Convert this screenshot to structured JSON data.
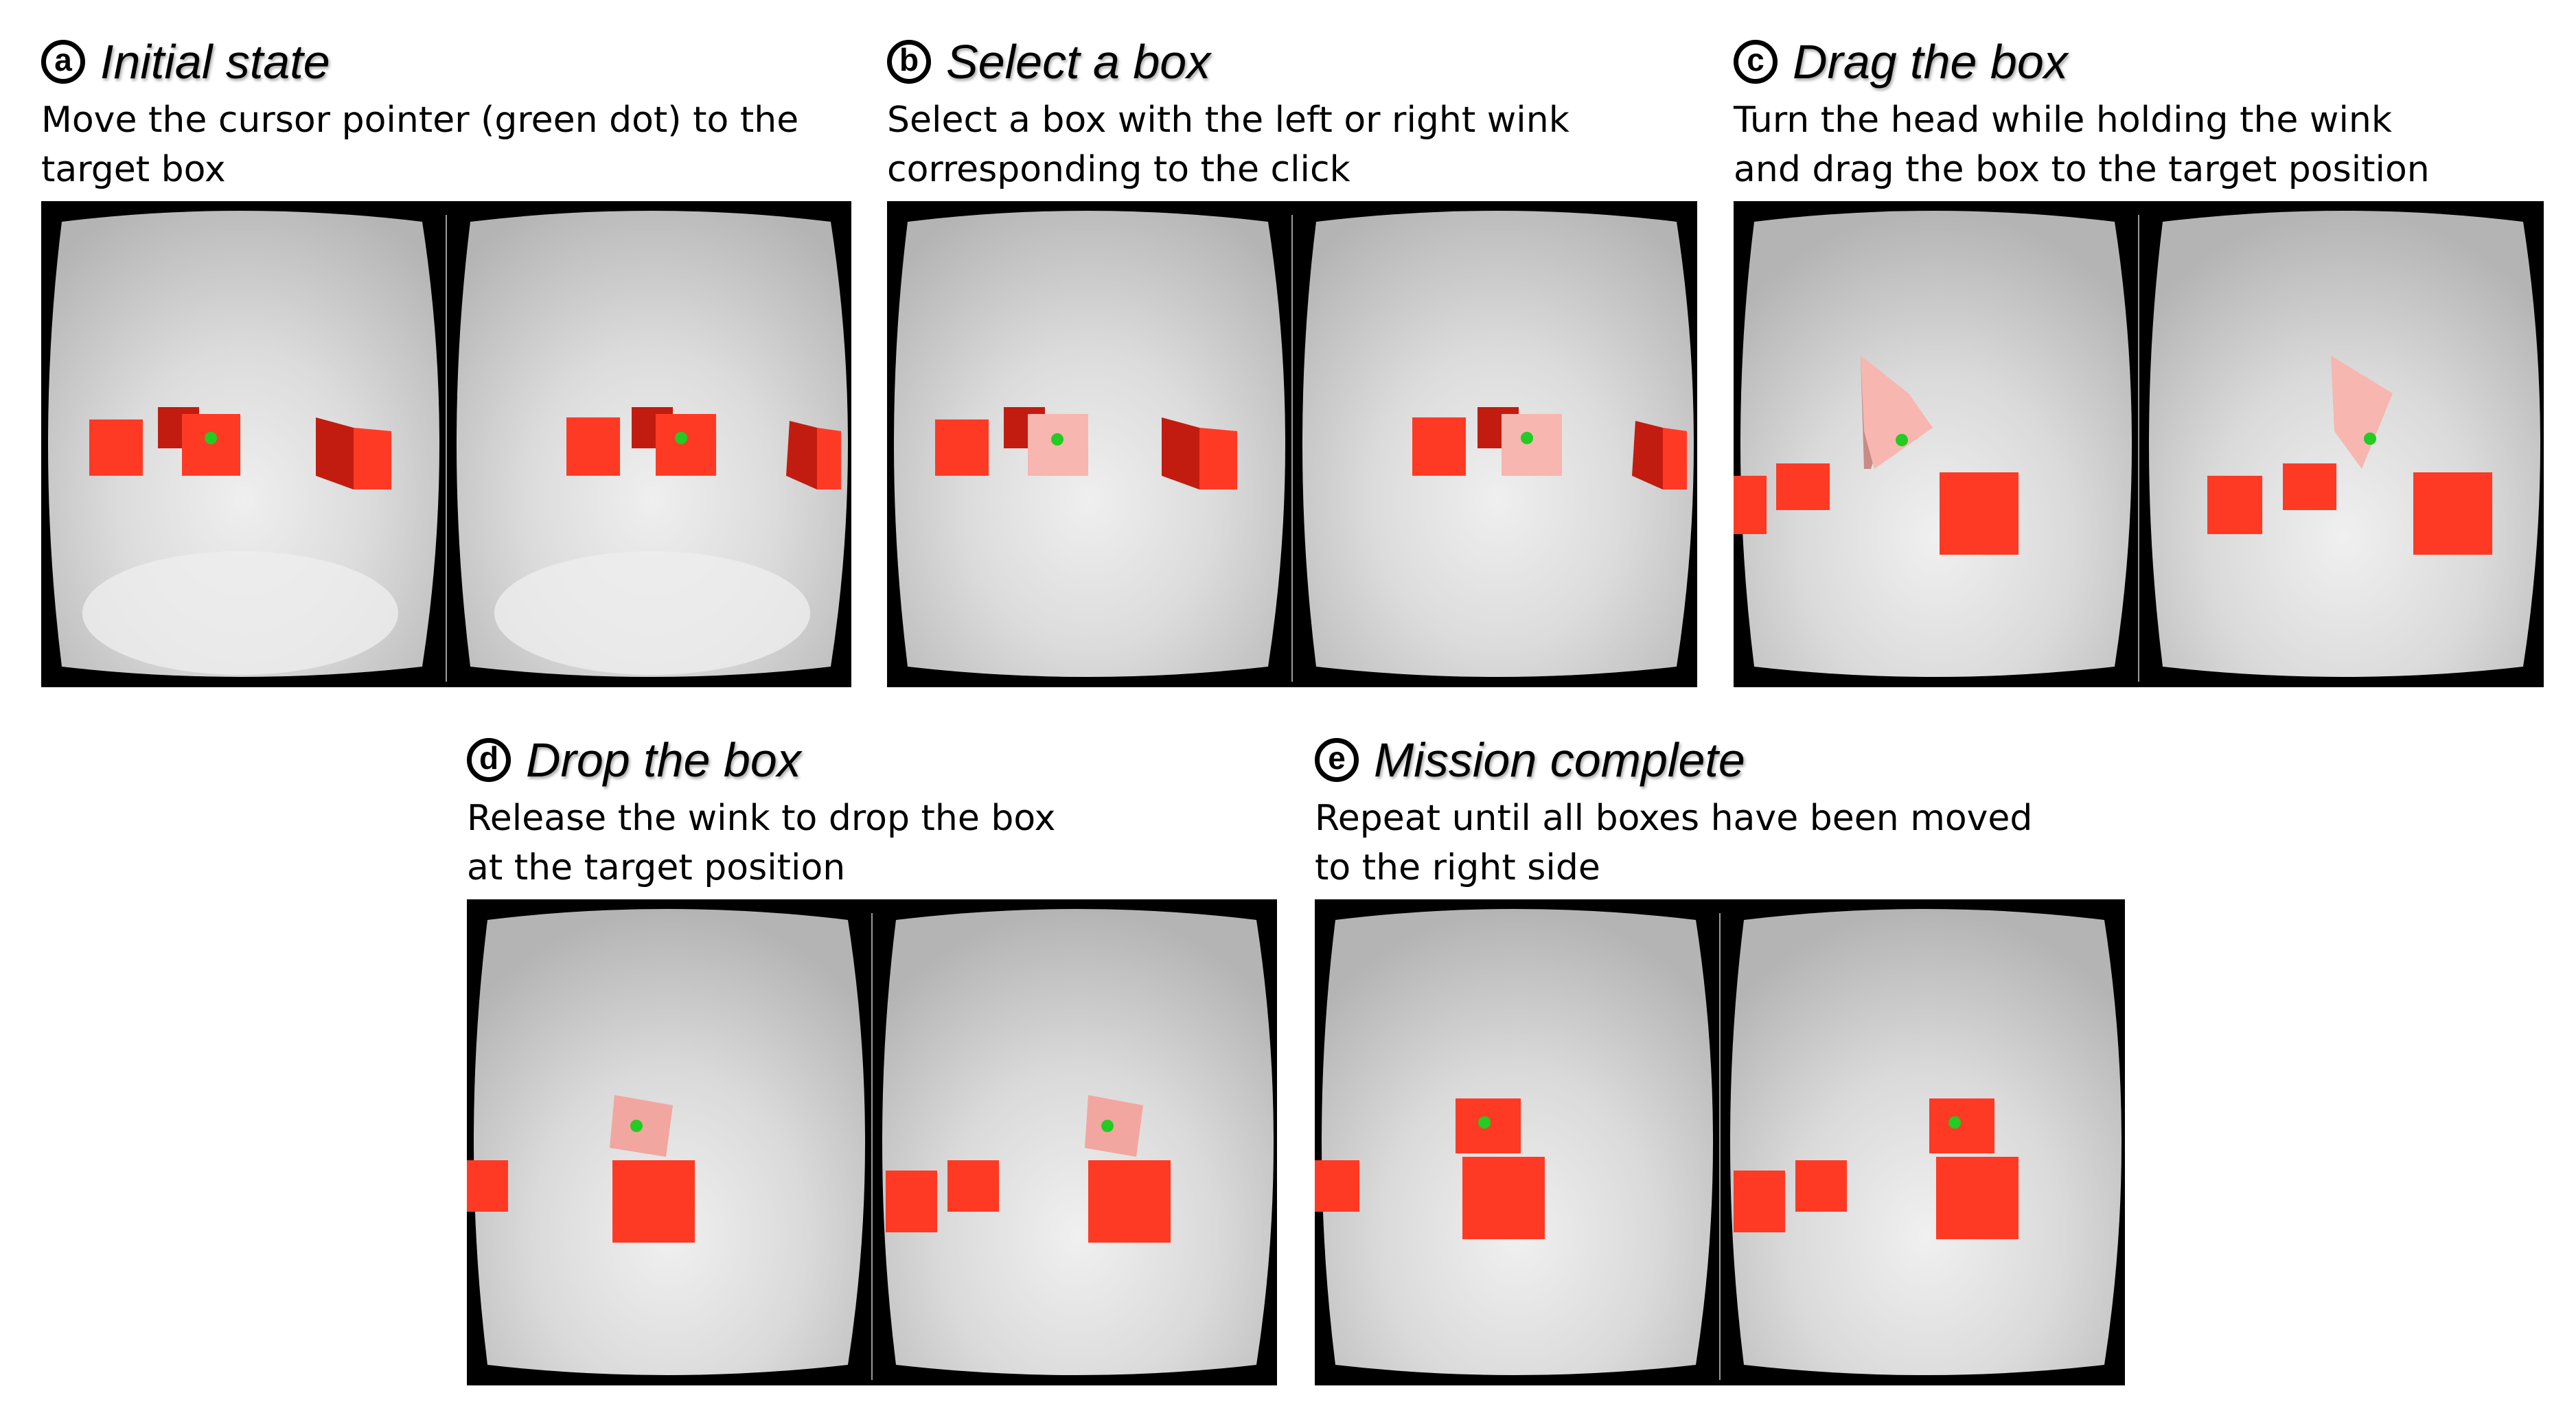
{
  "colors": {
    "frame": "#000000",
    "lens_light": "#ececec",
    "lens_mid": "#d2d2d2",
    "lens_dark": "#b8b8b8",
    "box_face": "#ff3a24",
    "box_side": "#c21c10",
    "box_top": "#ff6a52",
    "selected_face": "#f7b6b0",
    "selected_side": "#c98b86",
    "selected_top": "#fde0dc",
    "cursor": "#22cc22"
  },
  "panels": [
    {
      "badge": "a",
      "title": "Initial state",
      "description": [
        "Move the cursor pointer (green dot) to the",
        "target box"
      ]
    },
    {
      "badge": "b",
      "title": "Select a box",
      "description": [
        "Select a box with the left or right wink",
        "corresponding to the click"
      ]
    },
    {
      "badge": "c",
      "title": "Drag the box",
      "description": [
        "Turn the head while holding the wink",
        "and drag the box to the target position"
      ]
    },
    {
      "badge": "d",
      "title": "Drop the box",
      "description": [
        "Release the wink to drop the box",
        "at the target position"
      ]
    },
    {
      "badge": "e",
      "title": "Mission complete",
      "description": [
        "Repeat until all boxes have been moved",
        "to the right side"
      ]
    }
  ]
}
